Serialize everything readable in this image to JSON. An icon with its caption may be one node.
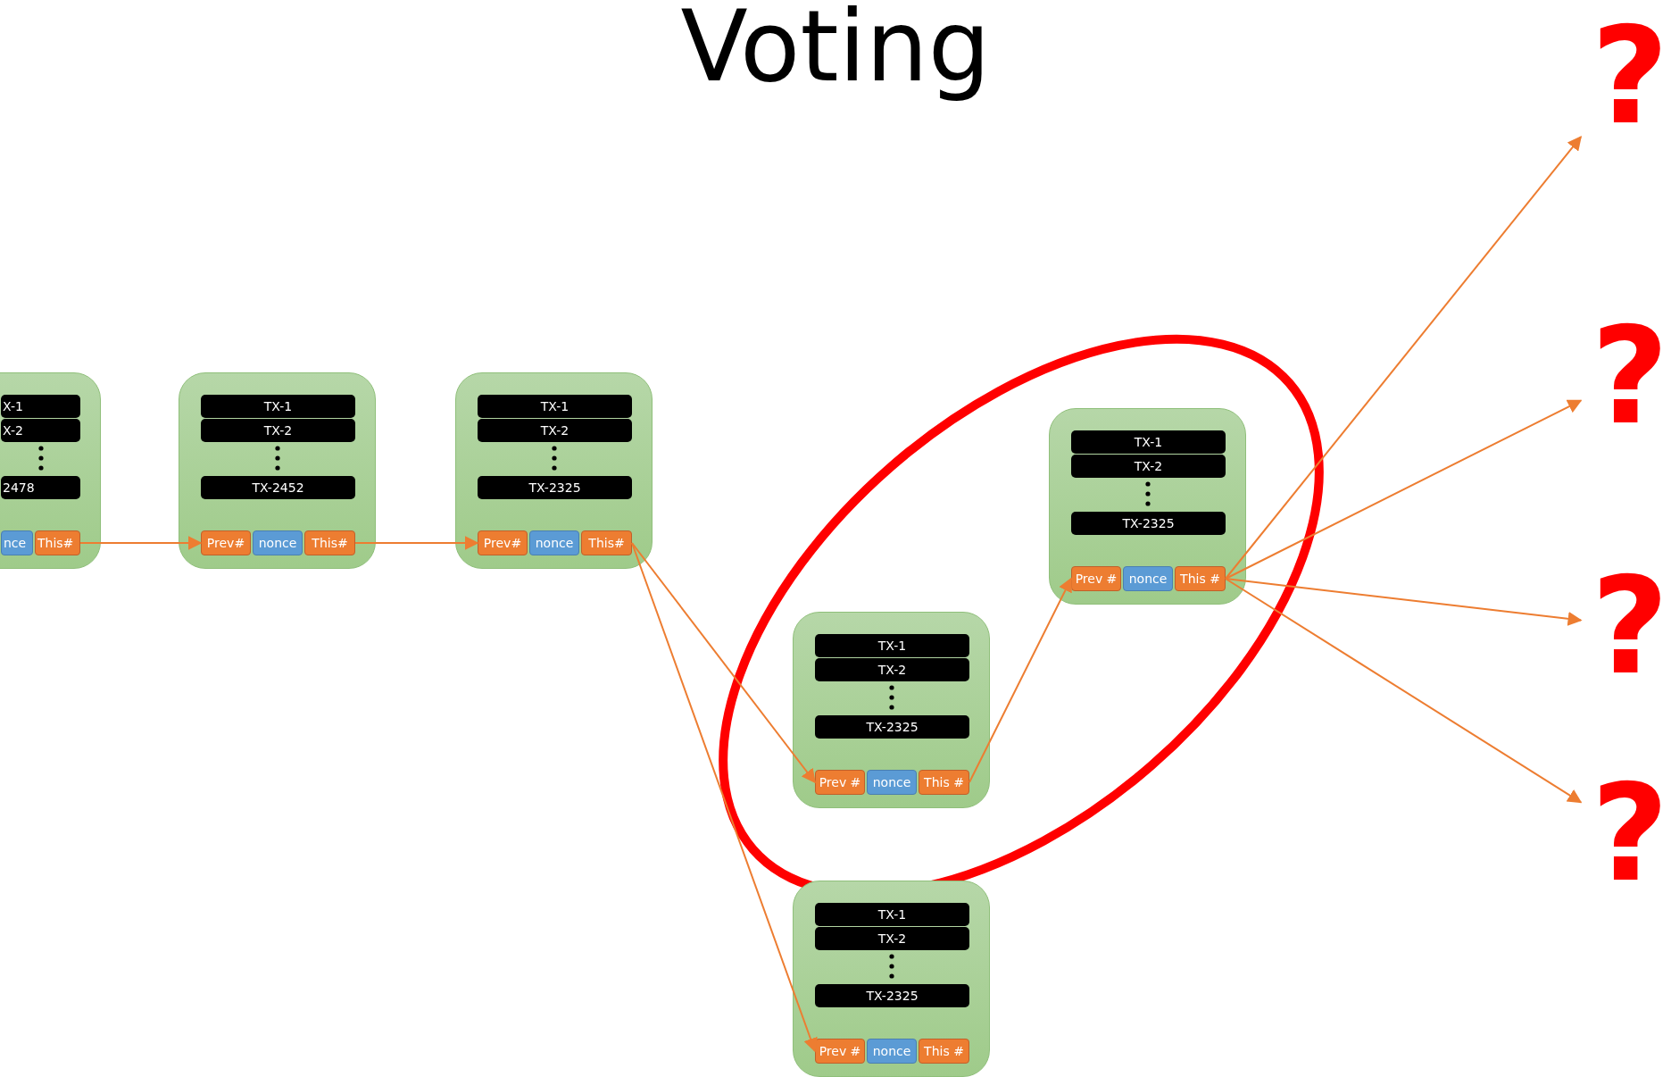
{
  "diagram": {
    "title": "Voting",
    "nodes": [
      {
        "text": [],
        "shape": "box"
      },
      {
        "text": [
          "X-1"
        ],
        "in": 0
      },
      {
        "text": [
          "X-2"
        ],
        "in": 0
      },
      {
        "text": [
          "2478"
        ],
        "in": 0
      },
      {
        "text": [
          "nce"
        ],
        "in": 0
      },
      {
        "text": [
          "This#"
        ],
        "in": 0
      },
      {
        "text": [],
        "shape": "box"
      },
      {
        "text": [
          "TX-1"
        ],
        "in": 6
      },
      {
        "text": [
          "TX-2"
        ],
        "in": 6
      },
      {
        "text": [
          "TX-2452"
        ],
        "in": 6
      },
      {
        "text": [
          "Prev#"
        ],
        "in": 6
      },
      {
        "text": [
          "nonce"
        ],
        "in": 6
      },
      {
        "text": [
          "This#"
        ],
        "in": 6
      },
      {
        "text": [],
        "shape": "box"
      },
      {
        "text": [
          "TX-1"
        ],
        "in": 13
      },
      {
        "text": [
          "TX-2"
        ],
        "in": 13
      },
      {
        "text": [
          "TX-2325"
        ],
        "in": 13
      },
      {
        "text": [
          "Prev#"
        ],
        "in": 13
      },
      {
        "text": [
          "nonce"
        ],
        "in": 13
      },
      {
        "text": [
          "This#"
        ],
        "in": 13
      },
      {
        "text": [],
        "shape": "box"
      },
      {
        "text": [
          "TX-1"
        ],
        "in": 20
      },
      {
        "text": [
          "TX-2"
        ],
        "in": 20
      },
      {
        "text": [
          "TX-2325"
        ],
        "in": 20
      },
      {
        "text": [
          "Prev #"
        ],
        "in": 20
      },
      {
        "text": [
          "nonce"
        ],
        "in": 20
      },
      {
        "text": [
          "This #"
        ],
        "in": 20
      },
      {
        "text": [],
        "shape": "box"
      },
      {
        "text": [
          "TX-1"
        ],
        "in": 27
      },
      {
        "text": [
          "TX-2"
        ],
        "in": 27
      },
      {
        "text": [
          "TX-2325"
        ],
        "in": 27
      },
      {
        "text": [
          "Prev #"
        ],
        "in": 27
      },
      {
        "text": [
          "nonce"
        ],
        "in": 27
      },
      {
        "text": [
          "This #"
        ],
        "in": 27
      },
      {
        "text": [],
        "shape": "box"
      },
      {
        "text": [
          "TX-1"
        ],
        "in": 34
      },
      {
        "text": [
          "TX-2"
        ],
        "in": 34
      },
      {
        "text": [
          "TX-2325"
        ],
        "in": 34
      },
      {
        "text": [
          "Prev #"
        ],
        "in": 34
      },
      {
        "text": [
          "nonce"
        ],
        "in": 34
      },
      {
        "text": [
          "This #"
        ],
        "in": 34
      },
      {
        "text": [
          "?"
        ]
      },
      {
        "text": [
          "?"
        ]
      },
      {
        "text": [
          "?"
        ]
      },
      {
        "text": [
          "?"
        ]
      }
    ],
    "edges": [
      {
        "from": 5,
        "to": 10,
        "arrow": "to"
      },
      {
        "from": 12,
        "to": 17,
        "arrow": "to"
      },
      {
        "from": 19,
        "to": 24,
        "arrow": "to"
      },
      {
        "from": 19,
        "to": 38,
        "arrow": "to"
      },
      {
        "from": 26,
        "to": 31,
        "arrow": "to"
      },
      {
        "from": 33,
        "to": 41,
        "arrow": "to"
      },
      {
        "from": 33,
        "to": 42,
        "arrow": "to"
      },
      {
        "from": 33,
        "to": 43,
        "arrow": "to"
      },
      {
        "from": 33,
        "to": 44,
        "arrow": "to"
      }
    ]
  }
}
